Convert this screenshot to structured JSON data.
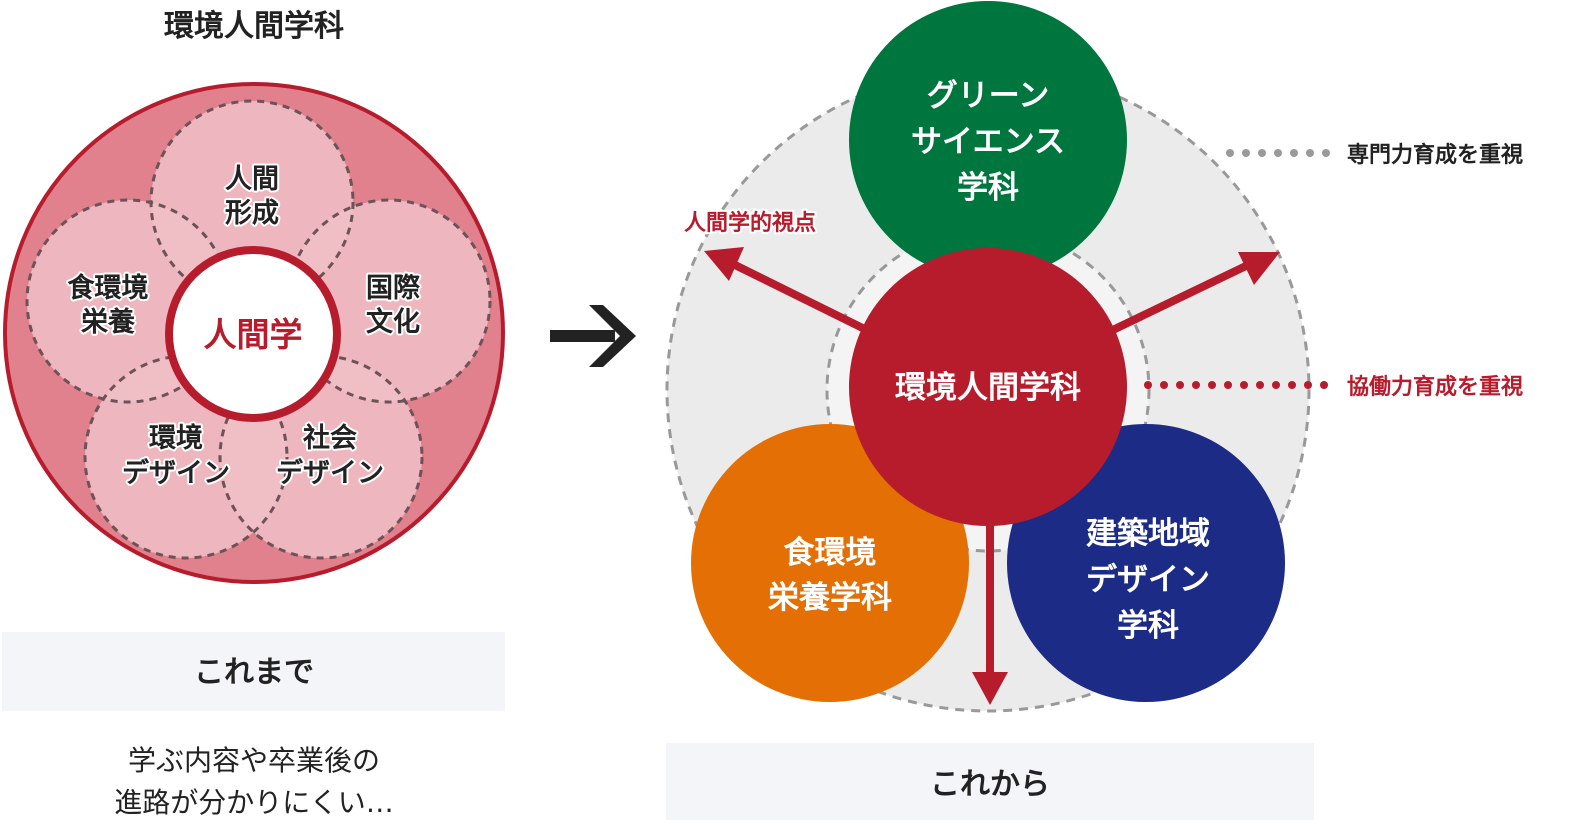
{
  "before": {
    "title": "環境人間学科",
    "core_label": "人間学",
    "petals": [
      {
        "lines": [
          "人間",
          "形成"
        ]
      },
      {
        "lines": [
          "国際",
          "文化"
        ]
      },
      {
        "lines": [
          "社会",
          "デザイン"
        ]
      },
      {
        "lines": [
          "環境",
          "デザイン"
        ]
      },
      {
        "lines": [
          "食環境",
          "栄養"
        ]
      }
    ],
    "caption": "これまで",
    "note_lines": [
      "学ぶ内容や卒業後の",
      "進路が分かりにくい…"
    ]
  },
  "arrow_icon": "right-arrow-icon",
  "after": {
    "center": {
      "label": "環境人間学科"
    },
    "departments": [
      {
        "lines": [
          "グリーン",
          "サイエンス",
          "学科"
        ]
      },
      {
        "lines": [
          "食環境",
          "栄養学科"
        ]
      },
      {
        "lines": [
          "建築地域",
          "デザイン",
          "学科"
        ]
      }
    ],
    "perspective_label": "人間学的視点",
    "legend": {
      "specialty": "専門力育成を重視",
      "collaboration": "協働力育成を重視"
    },
    "caption": "これから"
  },
  "colors": {
    "brand_red": "#b71c2c",
    "outer_pink": "#e0818d",
    "petal_pink": "#f0c0c7",
    "green": "#00763f",
    "orange": "#e46f04",
    "navy": "#1b2b86",
    "caption_bg": "#f4f5f8",
    "text_dark": "#222222"
  }
}
